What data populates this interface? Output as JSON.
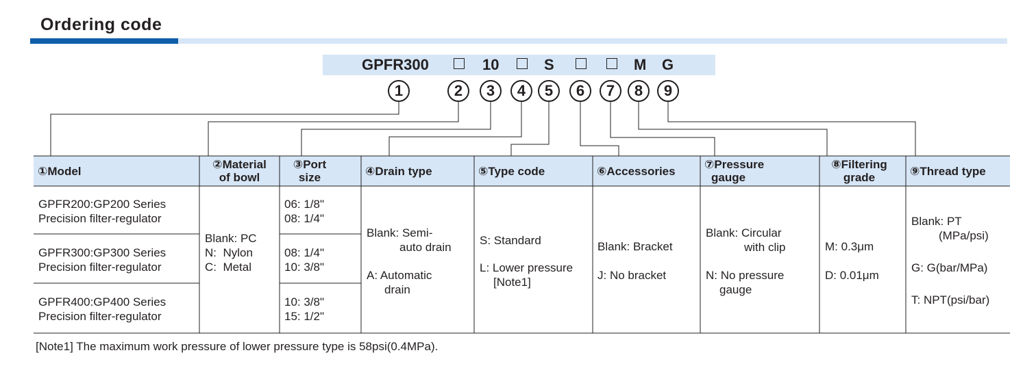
{
  "title": "Ordering code",
  "code": {
    "prefix": "GPFR300",
    "port": "10",
    "type": "S",
    "gauge": "M",
    "thread": "G"
  },
  "circles": [
    "1",
    "2",
    "3",
    "4",
    "5",
    "6",
    "7",
    "8",
    "9"
  ],
  "headers": {
    "model": "①Model",
    "bowl_1": "②Material",
    "bowl_2": "of bowl",
    "port_1": "③Port",
    "port_2": "size",
    "drain": "④Drain type",
    "type": "⑤Type code",
    "acc": "⑥Accessories",
    "gauge_1": "⑦Pressure",
    "gauge_2": "gauge",
    "filter_1": "⑧Filtering",
    "filter_2": "grade",
    "thread": "⑨Thread type"
  },
  "models": [
    {
      "name": "GPFR200:GP200 Series",
      "desc": "Precision filter-regulator"
    },
    {
      "name": "GPFR300:GP300 Series",
      "desc": "Precision filter-regulator"
    },
    {
      "name": "GPFR400:GP400 Series",
      "desc": "Precision filter-regulator"
    }
  ],
  "bowl": [
    "Blank: PC",
    "N:  Nylon",
    "C:  Metal"
  ],
  "ports": [
    [
      "06: 1/8\"",
      "08: 1/4\""
    ],
    [
      "08: 1/4\"",
      "10: 3/8\""
    ],
    [
      "10: 3/8\"",
      "15: 1/2\""
    ]
  ],
  "drain": [
    "Blank: Semi-",
    "auto drain",
    "A: Automatic",
    "drain"
  ],
  "type_code": [
    "S: Standard",
    "L: Lower pressure",
    "[Note1]"
  ],
  "accessories": [
    "Blank: Bracket",
    "J: No bracket"
  ],
  "pressure_gauge": [
    "Blank: Circular",
    "with clip",
    "N: No pressure",
    "gauge"
  ],
  "filtering": [
    "M: 0.3μm",
    "D: 0.01μm"
  ],
  "thread": [
    "Blank: PT",
    "(MPa/psi)",
    "G: G(bar/MPa)",
    "T: NPT(psi/bar)"
  ],
  "note": "[Note1] The maximum work pressure of lower pressure type is 58psi(0.4MPa)."
}
